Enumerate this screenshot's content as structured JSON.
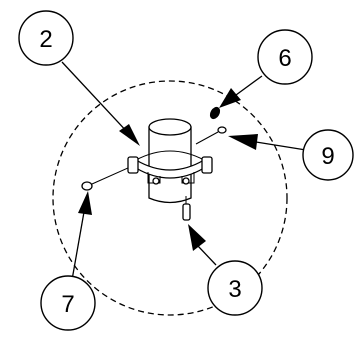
{
  "diagram": {
    "balloons": [
      {
        "id": "balloon-2",
        "label": "2"
      },
      {
        "id": "balloon-6",
        "label": "6"
      },
      {
        "id": "balloon-9",
        "label": "9"
      },
      {
        "id": "balloon-7",
        "label": "7"
      },
      {
        "id": "balloon-3",
        "label": "3"
      }
    ]
  }
}
